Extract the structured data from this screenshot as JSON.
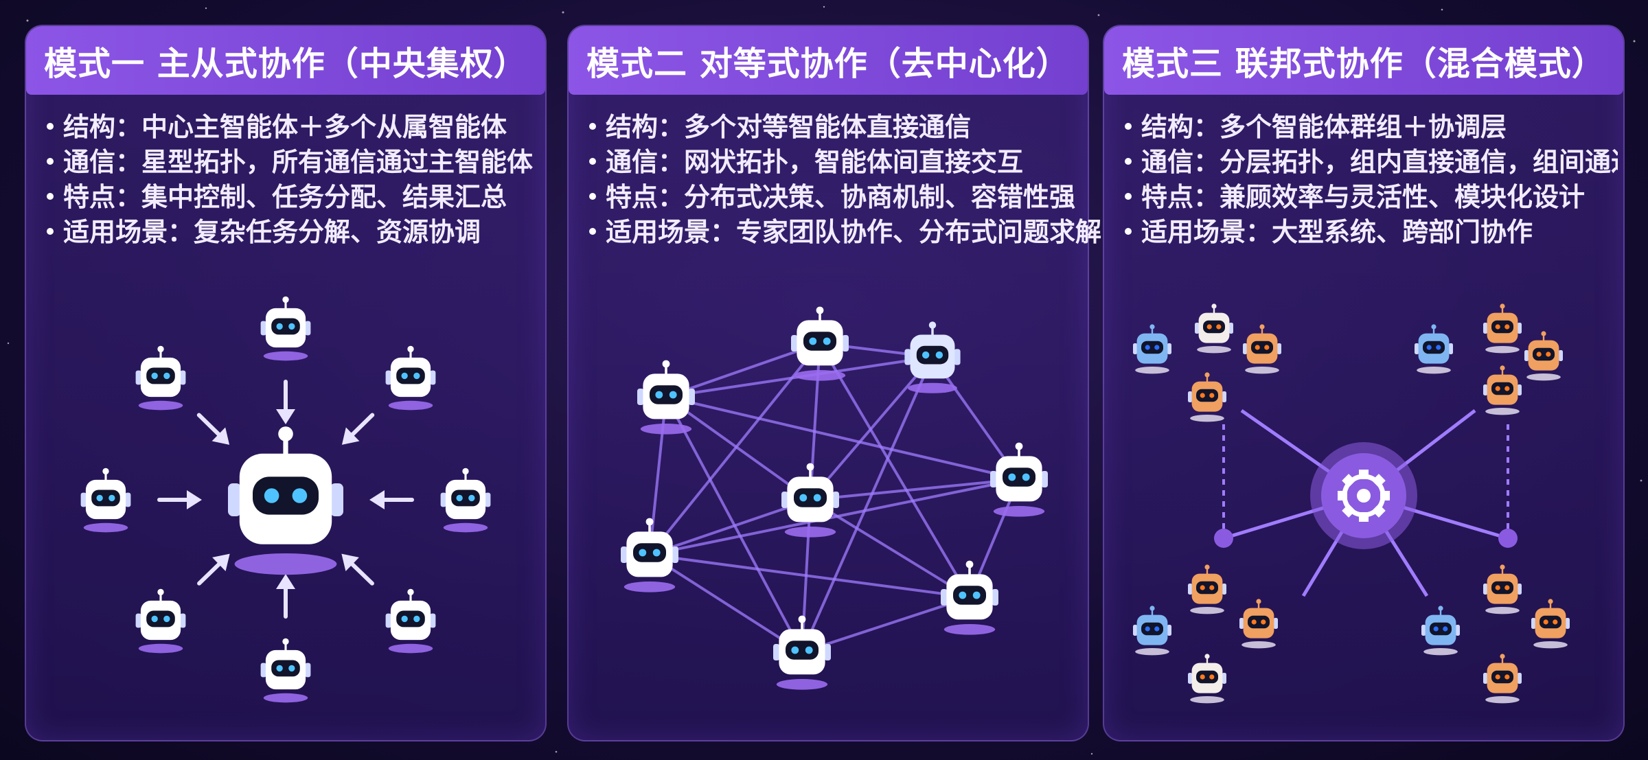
{
  "panels": [
    {
      "title": "模式一 主从式协作（中央集权）",
      "bullets": [
        "结构：中心主智能体＋多个从属智能体",
        "通信：星型拓扑，所有通信通过主智能体",
        "特点：集中控制、任务分配、结果汇总",
        "适用场景：复杂任务分解、资源协调"
      ],
      "topology": "star"
    },
    {
      "title": "模式二 对等式协作（去中心化）",
      "bullets": [
        "结构：多个对等智能体直接通信",
        "通信：网状拓扑，智能体间直接交互",
        "特点：分布式决策、协商机制、容错性强",
        "适用场景：专家团队协作、分布式问题求解"
      ],
      "topology": "mesh"
    },
    {
      "title": "模式三 联邦式协作（混合模式）",
      "bullets": [
        "结构：多个智能体群组＋协调层",
        "通信：分层拓扑，组内直接通信，组间通过协调器",
        "特点：兼顾效率与灵活性、模块化设计",
        "适用场景：大型系统、跨部门协作"
      ],
      "topology": "federated"
    }
  ],
  "colors": {
    "accent": "#8c55e6",
    "robot_white": "#ffffff",
    "robot_eye": "#4fc3ff",
    "robot_base": "#9b6cf0",
    "robot_blue": "#7fb6f2",
    "robot_orange": "#f0a060",
    "link": "#a07cff",
    "hub": "#8a5be0"
  },
  "icons": {
    "robot": "robot-icon",
    "hub": "gear-hub-icon"
  }
}
